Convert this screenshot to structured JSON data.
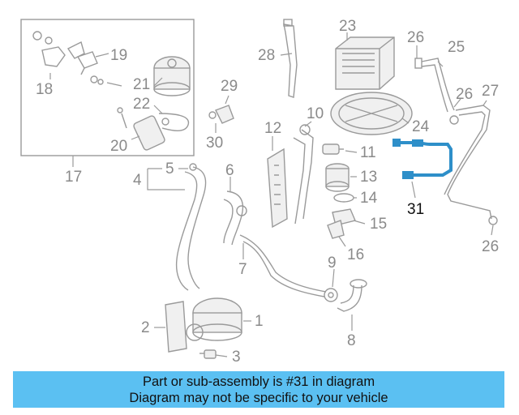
{
  "diagram": {
    "highlight_color": "#2e8fc9",
    "callouts": {
      "c1": "1",
      "c2": "2",
      "c3": "3",
      "c4": "4",
      "c5": "5",
      "c6": "6",
      "c7": "7",
      "c8": "8",
      "c9": "9",
      "c10": "10",
      "c11": "11",
      "c12": "12",
      "c13": "13",
      "c14": "14",
      "c15": "15",
      "c16": "16",
      "c17": "17",
      "c18": "18",
      "c19": "19",
      "c20": "20",
      "c21": "21",
      "c22": "22",
      "c23": "23",
      "c24": "24",
      "c25": "25",
      "c26a": "26",
      "c26b": "26",
      "c26c": "26",
      "c27": "27",
      "c28": "28",
      "c29": "29",
      "c30": "30",
      "c31": "31"
    }
  },
  "banner": {
    "color": "#5bc0f2",
    "line1": "Part or sub-assembly is #31 in diagram",
    "line2": "Diagram may not be specific to your vehicle"
  }
}
